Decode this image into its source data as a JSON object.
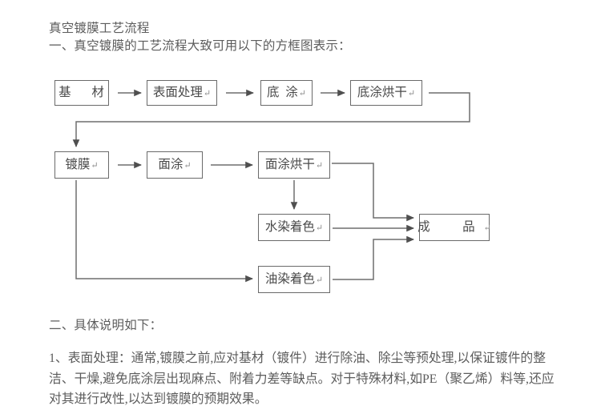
{
  "document": {
    "title": "真空镀膜工艺流程",
    "section_one_heading": "一、真空镀膜的工艺流程大致可用以下的方框图表示：",
    "section_two_heading": "二、具体说明如下：",
    "paragraph_one": "1、表面处理：通常,镀膜之前,应对基材（镀件）进行除油、除尘等预处理,以保证镀件的整洁、干燥,避免底涂层出现麻点、附着力差等缺点。对于特殊材料,如PE（聚乙烯）料等,还应对其进行改性,以达到镀膜的预期效果。"
  },
  "flowchart": {
    "type": "process-diagram",
    "nodes": [
      {
        "id": "substrate",
        "label": "基  材",
        "pilcrow": "",
        "row": 1
      },
      {
        "id": "surface_treat",
        "label": "表面处理",
        "pilcrow": "↵",
        "row": 1
      },
      {
        "id": "primer",
        "label": "底  涂",
        "pilcrow": "↵",
        "row": 1
      },
      {
        "id": "primer_dry",
        "label": "底涂烘干",
        "pilcrow": "↵",
        "row": 1
      },
      {
        "id": "coating",
        "label": "镀膜",
        "pilcrow": "↵",
        "row": 2
      },
      {
        "id": "topcoat",
        "label": "面涂",
        "pilcrow": "↵",
        "row": 2
      },
      {
        "id": "topcoat_dry",
        "label": "面涂烘干",
        "pilcrow": "↵",
        "row": 2
      },
      {
        "id": "water_dye",
        "label": "水染着色",
        "pilcrow": "↵",
        "row": 3
      },
      {
        "id": "oil_dye",
        "label": "油染着色",
        "pilcrow": "↵",
        "row": 4
      },
      {
        "id": "finished",
        "label": "成    品",
        "pilcrow": "↵",
        "row": 3
      }
    ],
    "edges": [
      {
        "from": "substrate",
        "to": "surface_treat"
      },
      {
        "from": "surface_treat",
        "to": "primer"
      },
      {
        "from": "primer",
        "to": "primer_dry"
      },
      {
        "from": "primer_dry",
        "to": "coating"
      },
      {
        "from": "coating",
        "to": "topcoat"
      },
      {
        "from": "topcoat",
        "to": "topcoat_dry"
      },
      {
        "from": "topcoat_dry",
        "to": "water_dye"
      },
      {
        "from": "topcoat_dry",
        "to": "finished"
      },
      {
        "from": "water_dye",
        "to": "finished"
      },
      {
        "from": "coating",
        "to": "oil_dye"
      },
      {
        "from": "oil_dye",
        "to": "finished"
      }
    ],
    "colors": {
      "box_border": "#6a6a6a",
      "line": "#6f6f6f",
      "text": "#4a4a4a",
      "page_text": "#5c5c5c",
      "background": "#ffffff"
    }
  }
}
